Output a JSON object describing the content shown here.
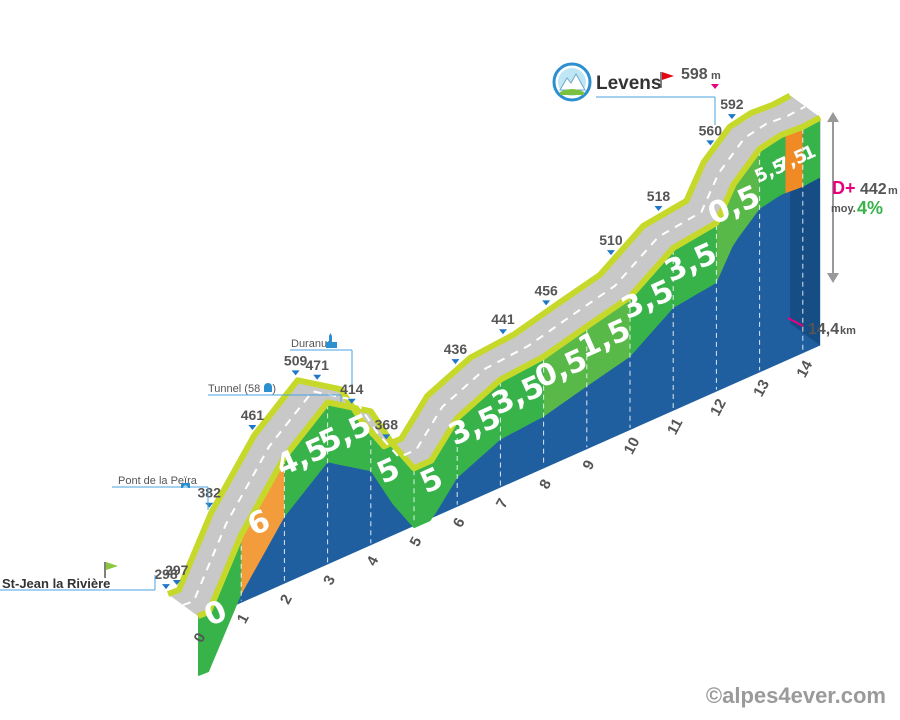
{
  "chart_data": {
    "type": "area",
    "title": "",
    "start": {
      "name": "St-Jean la Rivière",
      "alt": 298
    },
    "finish": {
      "name": "Levens",
      "alt": 598,
      "unit": "m"
    },
    "total": {
      "distance": "14,4",
      "distance_unit": "km"
    },
    "climb": {
      "prefix": "D+",
      "value": "442",
      "unit": "m",
      "avg_label": "moy.",
      "avg_value": "4%"
    },
    "x_ticks": [
      "0",
      "1",
      "2",
      "3",
      "4",
      "5",
      "6",
      "7",
      "8",
      "9",
      "10",
      "11",
      "12",
      "13",
      "14"
    ],
    "profile_km": [
      0,
      0.25,
      1,
      2,
      3,
      4,
      4.5,
      5,
      5.4,
      6,
      7,
      8,
      9,
      10,
      11,
      12,
      12.4,
      13,
      13.5,
      14,
      14.4
    ],
    "profile_alt": [
      298,
      297,
      382,
      461,
      509,
      471,
      414,
      368,
      368,
      410,
      436,
      441,
      456,
      470,
      510,
      518,
      560,
      592,
      598,
      596,
      598
    ],
    "gradients": [
      {
        "km": 0,
        "value": "0",
        "color": "#37b34a"
      },
      {
        "km": 1,
        "value": "6",
        "color": "#f39c3b"
      },
      {
        "km": 2,
        "value": "4,5",
        "color": "#37b34a"
      },
      {
        "km": 3,
        "value": "5,5",
        "color": "#37b34a"
      },
      {
        "km": 4,
        "value": "5",
        "color": "#37b34a"
      },
      {
        "km": 5,
        "value": "5",
        "color": "#37b34a"
      },
      {
        "km": 6,
        "value": "3,5",
        "color": "#37b34a"
      },
      {
        "km": 7,
        "value": "3,5",
        "color": "#37b34a"
      },
      {
        "km": 8,
        "value": "0,5",
        "color": "#58b948"
      },
      {
        "km": 9,
        "value": "1,5",
        "color": "#58b948"
      },
      {
        "km": 10,
        "value": "3,5",
        "color": "#37b34a"
      },
      {
        "km": 11,
        "value": "3,5",
        "color": "#37b34a"
      },
      {
        "km": 12,
        "value": "0,5",
        "color": "#58b948"
      },
      {
        "km": 13,
        "value": "5,5",
        "color": "#37b34a"
      },
      {
        "km": 13.6,
        "value": "7,5",
        "color": "#f08a24"
      },
      {
        "km": 14,
        "value": "1",
        "color": "#37b34a"
      }
    ],
    "altitude_labels": [
      {
        "km": 0.0,
        "alt": "298"
      },
      {
        "km": 0.25,
        "alt": "297"
      },
      {
        "km": 1.0,
        "alt": "382"
      },
      {
        "km": 2.0,
        "alt": "461"
      },
      {
        "km": 3.0,
        "alt": "509"
      },
      {
        "km": 3.5,
        "alt": "471"
      },
      {
        "km": 4.3,
        "alt": "414"
      },
      {
        "km": 5.1,
        "alt": "368"
      },
      {
        "km": 6.7,
        "alt": "436"
      },
      {
        "km": 7.8,
        "alt": "441"
      },
      {
        "km": 8.8,
        "alt": "456"
      },
      {
        "km": 10.3,
        "alt": "510"
      },
      {
        "km": 11.4,
        "alt": "518"
      },
      {
        "km": 12.6,
        "alt": "560"
      },
      {
        "km": 13.1,
        "alt": "592"
      }
    ],
    "places": [
      {
        "name": "Pont de la Peïra",
        "icon": "bridge-icon"
      },
      {
        "name": "Tunnel (58 m)",
        "icon": "tunnel-icon"
      },
      {
        "name": "Duranus",
        "icon": "church-icon"
      }
    ],
    "colors": {
      "side": "#1f5fa0",
      "road": "#c8c8c8",
      "edge": "#c6d92a",
      "pink": "#e6007e",
      "flag_start": "#8cc63f",
      "flag_end": "#e30613"
    }
  },
  "copyright": "©alpes4ever.com"
}
